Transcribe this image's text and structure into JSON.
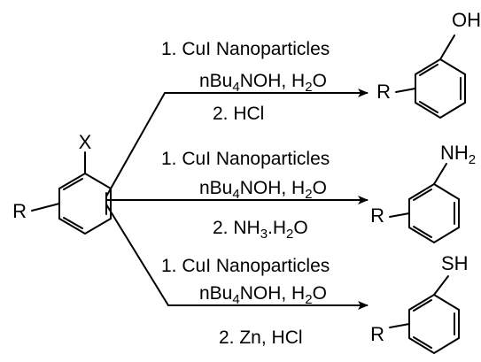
{
  "reactant": {
    "leaving_group": "X",
    "substituent": "R"
  },
  "routes": [
    {
      "line1": "1. CuI Nanoparticles",
      "line2": {
        "a": "nBu",
        "sub1": "4",
        "b": "NOH, H",
        "sub2": "2",
        "c": "O"
      },
      "line3": {
        "text": "2. HCl"
      },
      "product": {
        "group": "OH",
        "substituent": "R"
      }
    },
    {
      "line1": "1. CuI Nanoparticles",
      "line2": {
        "a": "nBu",
        "sub1": "4",
        "b": "NOH, H",
        "sub2": "2",
        "c": "O"
      },
      "line3": {
        "a": "2. NH",
        "sub1": "3",
        "b": ".H",
        "sub2": "2",
        "c": "O"
      },
      "product": {
        "group_main": "NH",
        "group_sub": "2",
        "substituent": "R"
      }
    },
    {
      "line1": "1. CuI Nanoparticles",
      "line2": {
        "a": "nBu",
        "sub1": "4",
        "b": "NOH, H",
        "sub2": "2",
        "c": "O"
      },
      "line3": {
        "text": "2. Zn, HCl"
      },
      "product": {
        "group": "SH",
        "substituent": "R"
      }
    }
  ]
}
